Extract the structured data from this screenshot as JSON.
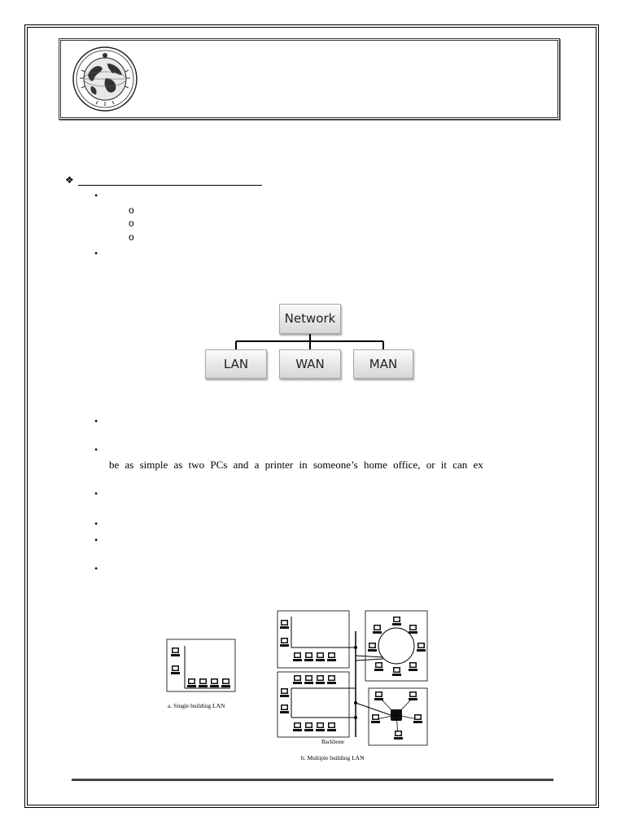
{
  "page": {
    "bullets": {
      "heading_marker": "❖",
      "disc": "•",
      "circle": "o"
    },
    "network_diagram": {
      "root": "Network",
      "children": [
        "LAN",
        "WAN",
        "MAN"
      ]
    },
    "body_text": {
      "line1": "be as simple as two PCs and a printer in someone’s home office, or it can ex"
    },
    "lan_figure": {
      "caption_single": "a. Single building LAN",
      "caption_multiple": "b. Multiple building LAN",
      "backbone_label": "Backbone"
    }
  }
}
